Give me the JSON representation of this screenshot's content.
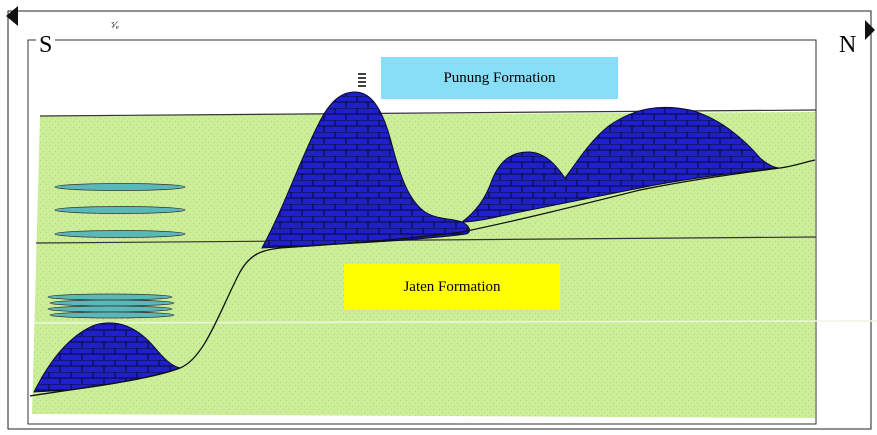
{
  "labels": {
    "south": "S",
    "north": "N",
    "upper_formation": "Punung Formation",
    "lower_formation": "Jaten Formation",
    "small_mark": "ᶾ⁄ₑ"
  },
  "colors": {
    "carbonate": "#1f1fcc",
    "carbonate_lines": "#0a0a33",
    "background_fill": "#ccee99",
    "upper_label_bg": "#88ddf7",
    "lower_label_bg": "#ffff00",
    "lens": "#5bb8b8"
  },
  "icons": {
    "left_arrow": "arrow-left-icon",
    "right_arrow": "arrow-right-icon"
  }
}
